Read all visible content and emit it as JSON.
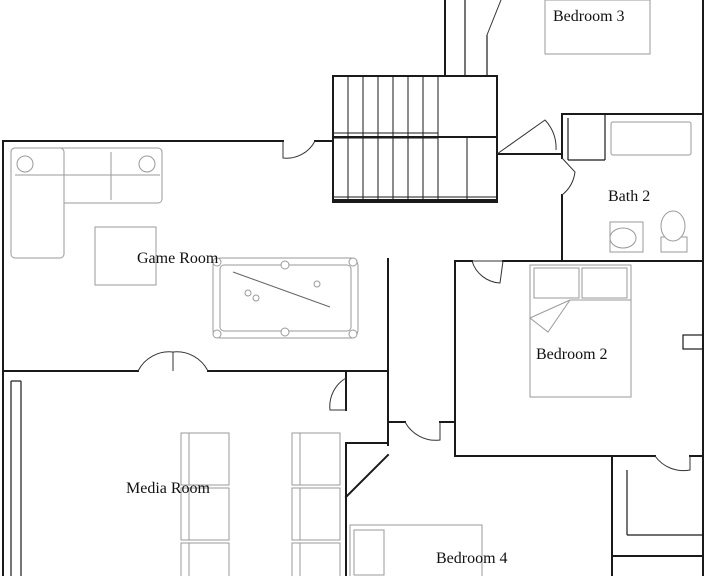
{
  "plan": {
    "rooms": [
      {
        "id": "bedroom-3",
        "label": "Bedroom 3"
      },
      {
        "id": "bath-2",
        "label": "Bath 2"
      },
      {
        "id": "game-room",
        "label": "Game Room"
      },
      {
        "id": "bedroom-2",
        "label": "Bedroom 2"
      },
      {
        "id": "media-room",
        "label": "Media Room"
      },
      {
        "id": "bedroom-4",
        "label": "Bedroom 4"
      }
    ]
  }
}
